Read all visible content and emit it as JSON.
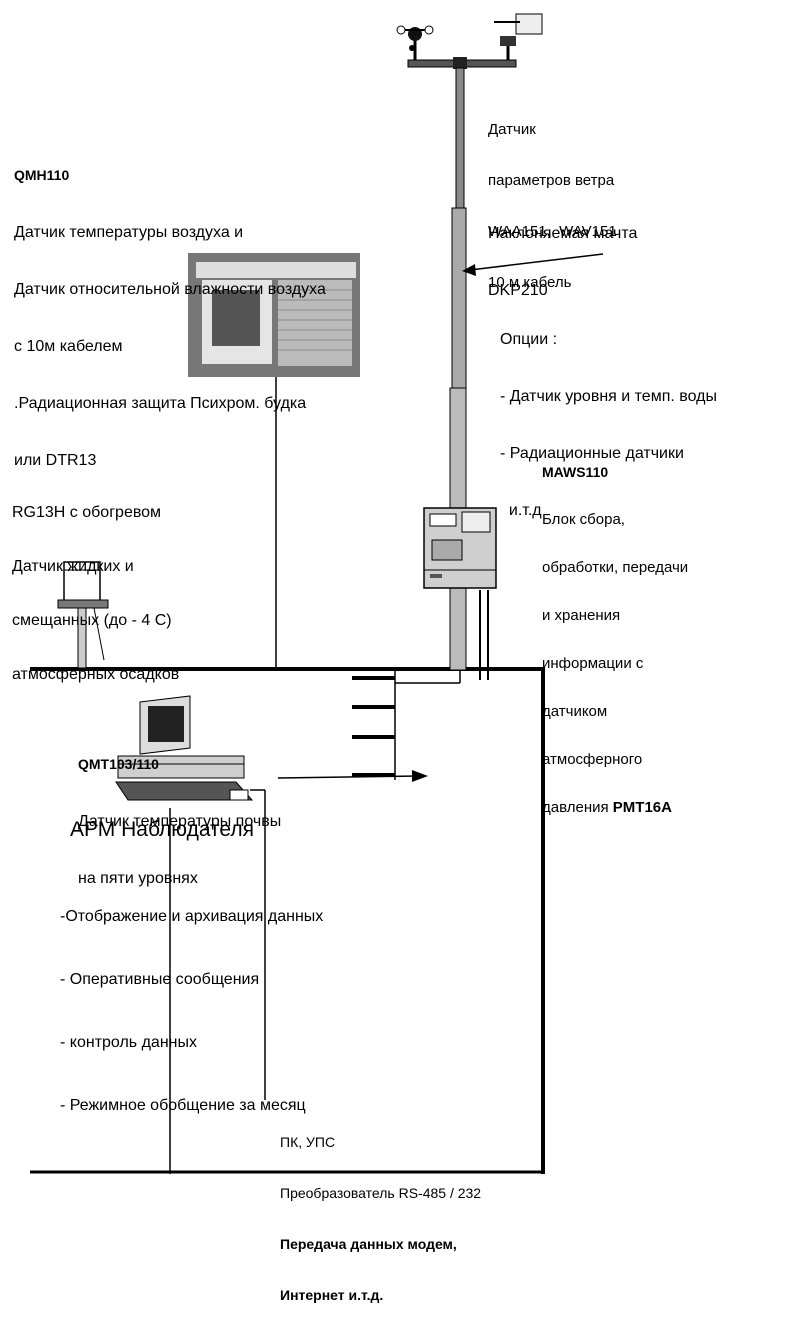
{
  "wind_sensor": {
    "lines": [
      "Датчик",
      "параметров ветра",
      "WAA151,  WAV151",
      "10 м кабель"
    ]
  },
  "mast": {
    "lines": [
      "Наклоняемая мачта",
      "DKP210"
    ]
  },
  "options": {
    "lines": [
      "Опции :",
      "- Датчик уровня и темп. воды",
      "- Радиационные датчики",
      "  и.т.д"
    ]
  },
  "qmh": {
    "title": "QMH110",
    "lines": [
      "Датчик температуры воздуха и",
      "Датчик относительной влажности воздуха",
      "с 10м кабелем",
      ".Радиационная защита Психром. будка",
      "или DTR13"
    ]
  },
  "maws": {
    "title": "MAWS110",
    "lines": [
      "Блок сбора,",
      "обработки, передачи",
      "и хранения",
      "информации с",
      "датчиком",
      "атмосферного"
    ],
    "last_line_prefix": "давления ",
    "last_line_bold": "PMT16A"
  },
  "rain": {
    "lines": [
      "RG13H с обогревом",
      "Датчик жидких и",
      "смещанных (до - 4 С)",
      "атмосферных осадков"
    ]
  },
  "qmt": {
    "title": "QMT103/110",
    "lines": [
      "Датчик температуры почвы",
      "на пяти уровнях"
    ]
  },
  "arm": {
    "title": "АРМ Наблюдателя",
    "items": [
      "-Отображение и архивация данных",
      "- Оперативные сообщения",
      "- контроль данных",
      "- Режимное обобщение за месяц"
    ]
  },
  "pc": {
    "lines": [
      "ПК, УПС",
      "Преобразователь RS-485 / 232"
    ],
    "bold_lines": [
      "Передача данных модем,",
      "Интернет и.т.д."
    ]
  }
}
